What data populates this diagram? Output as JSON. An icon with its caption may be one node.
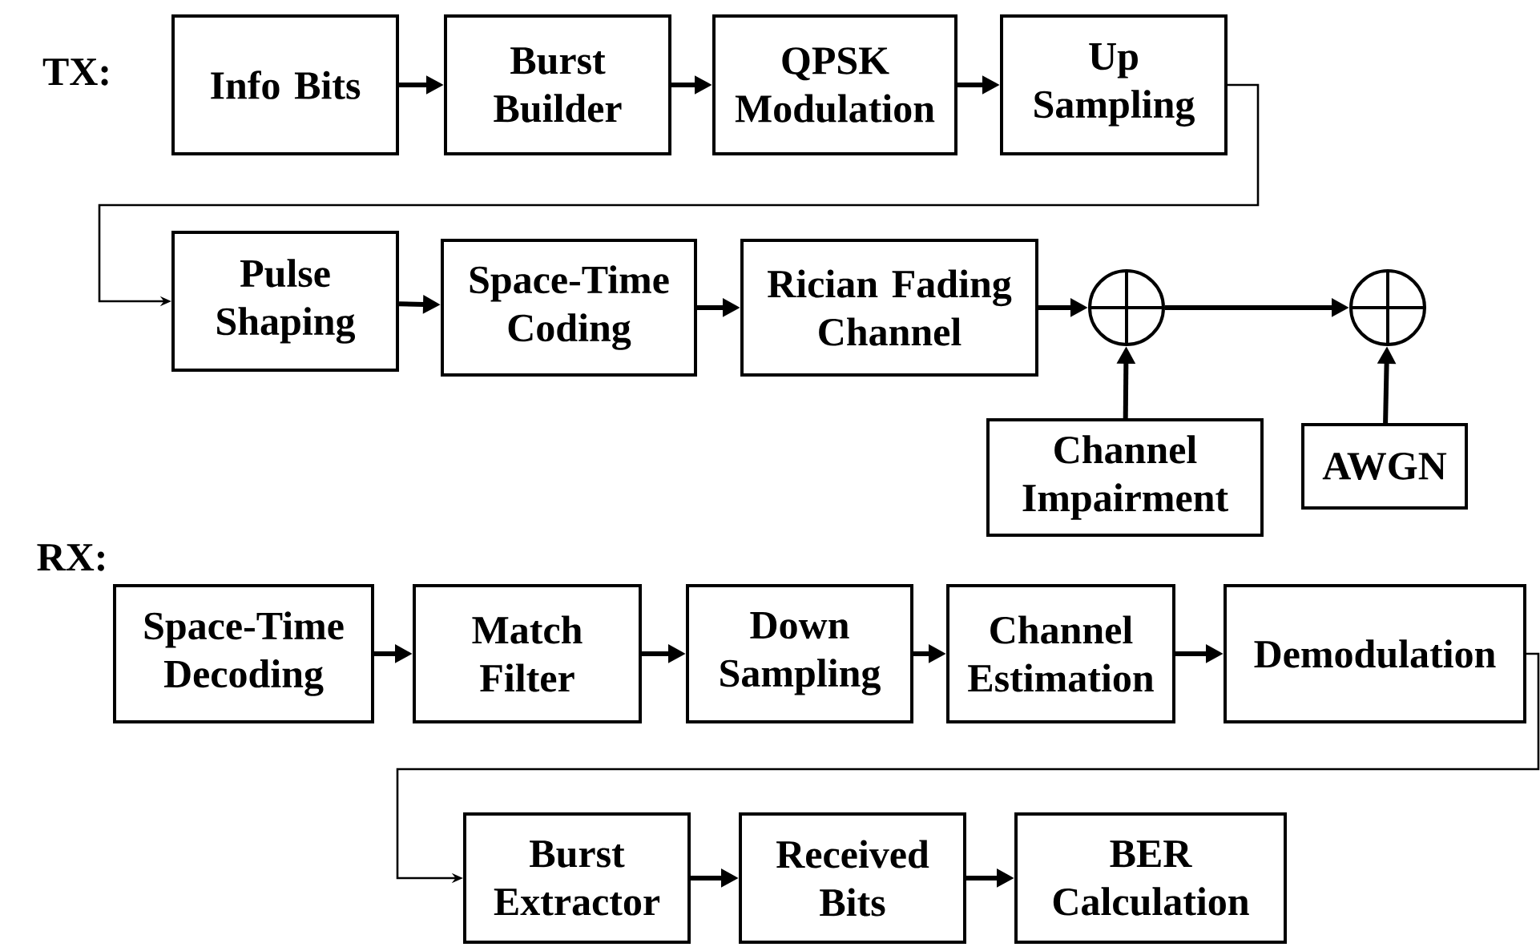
{
  "diagram": {
    "nodes": [
      {
        "text": [
          "Info Bits"
        ]
      },
      {
        "text": [
          "Burst Builder"
        ]
      },
      {
        "text": [
          "QPSK Modulation"
        ]
      },
      {
        "text": [
          "Up Sampling"
        ]
      },
      {
        "text": [
          "Pulse Shaping"
        ]
      },
      {
        "text": [
          "Space-Time Coding"
        ]
      },
      {
        "text": [
          "Rician Fading Channel"
        ]
      },
      {
        "text": [],
        "shape": "circle"
      },
      {
        "text": [],
        "shape": "circle"
      },
      {
        "text": [
          "Channel Impairment"
        ]
      },
      {
        "text": [
          "AWGN"
        ]
      },
      {
        "text": [
          "Space-Time Decoding"
        ]
      },
      {
        "text": [
          "Match Filter"
        ]
      },
      {
        "text": [
          "Down Sampling"
        ]
      },
      {
        "text": [
          "Channel Estimation"
        ]
      },
      {
        "text": [
          "Demodulation"
        ]
      },
      {
        "text": [
          "Burst Extractor"
        ]
      },
      {
        "text": [
          "Received Bits"
        ]
      },
      {
        "text": [
          "BER Calculation"
        ]
      }
    ],
    "edges": [
      {
        "from": 0,
        "to": 1,
        "arrow": "to"
      },
      {
        "from": 1,
        "to": 2,
        "arrow": "to"
      },
      {
        "from": 2,
        "to": 3,
        "arrow": "to"
      },
      {
        "from": 3,
        "to": 4,
        "arrow": "to"
      },
      {
        "from": 4,
        "to": 5,
        "arrow": "to"
      },
      {
        "from": 5,
        "to": 6,
        "arrow": "to"
      },
      {
        "from": 6,
        "to": 7,
        "arrow": "to"
      },
      {
        "from": 7,
        "to": 8,
        "arrow": "to"
      },
      {
        "from": 9,
        "to": 7,
        "arrow": "to"
      },
      {
        "from": 10,
        "to": 8,
        "arrow": "to"
      },
      {
        "from": 11,
        "to": 12,
        "arrow": "to"
      },
      {
        "from": 12,
        "to": 13,
        "arrow": "to"
      },
      {
        "from": 13,
        "to": 14,
        "arrow": "to"
      },
      {
        "from": 14,
        "to": 15,
        "arrow": "to"
      },
      {
        "from": 15,
        "to": 16,
        "arrow": "to"
      },
      {
        "from": 16,
        "to": 17,
        "arrow": "to"
      },
      {
        "from": 17,
        "to": 18,
        "arrow": "to"
      }
    ],
    "labels": [
      "TX:",
      "RX:"
    ]
  }
}
